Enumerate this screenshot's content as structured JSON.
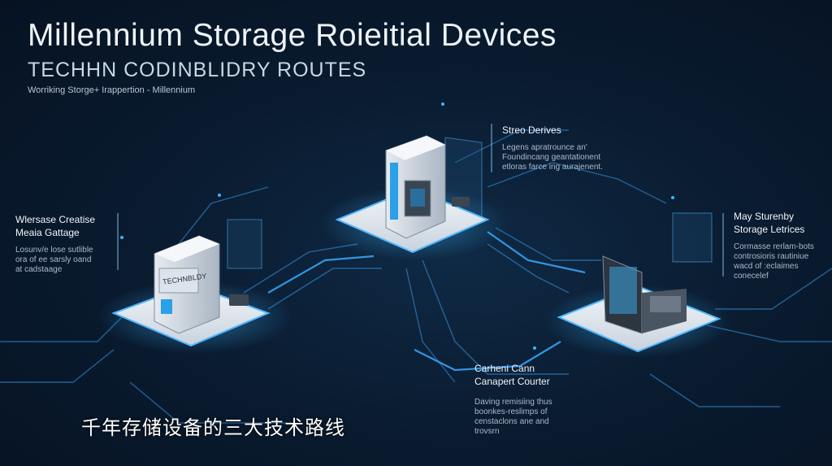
{
  "header": {
    "title": "Millennium Storage Roieitial Devices",
    "subtitle": "TECHHN CODINBLIDRY ROUTES",
    "tagline": "Worriking Storge+ Irappertion - Millennium"
  },
  "panels": [
    {
      "heading": [
        "Wlersase Creatise",
        "Meaia Gattage"
      ],
      "body": [
        "Losunv/e lose sutlible",
        "ora of ee sarsly oand",
        "at cadstaage"
      ]
    },
    {
      "heading": [
        "Streo Derives"
      ],
      "body": [
        "Legens apratrounce an'",
        "Foundincang geantationent",
        "etloras farce ing aurajenent."
      ]
    },
    {
      "heading": [
        "May Sturenby",
        "Storage Letrices"
      ],
      "body": [
        "Cormasse rerlam-bots",
        "controsioris rautiniue",
        "wacd of :eclaimes",
        "conecelef"
      ]
    },
    {
      "heading": [
        "Carheni Cann",
        "Canapert Courter"
      ],
      "body": [
        "Daving remisiing thus",
        "boonkes-reslimps of",
        "censtaclons ane and",
        "trovsrn"
      ]
    }
  ],
  "device_label": "TECHNBLDY",
  "caption": "千年存储设备的三大技术路线",
  "colors": {
    "background": "#0a1c31",
    "accent": "#2ea8ff",
    "platform": "#dfe6ee",
    "text": "#e8eef5"
  }
}
